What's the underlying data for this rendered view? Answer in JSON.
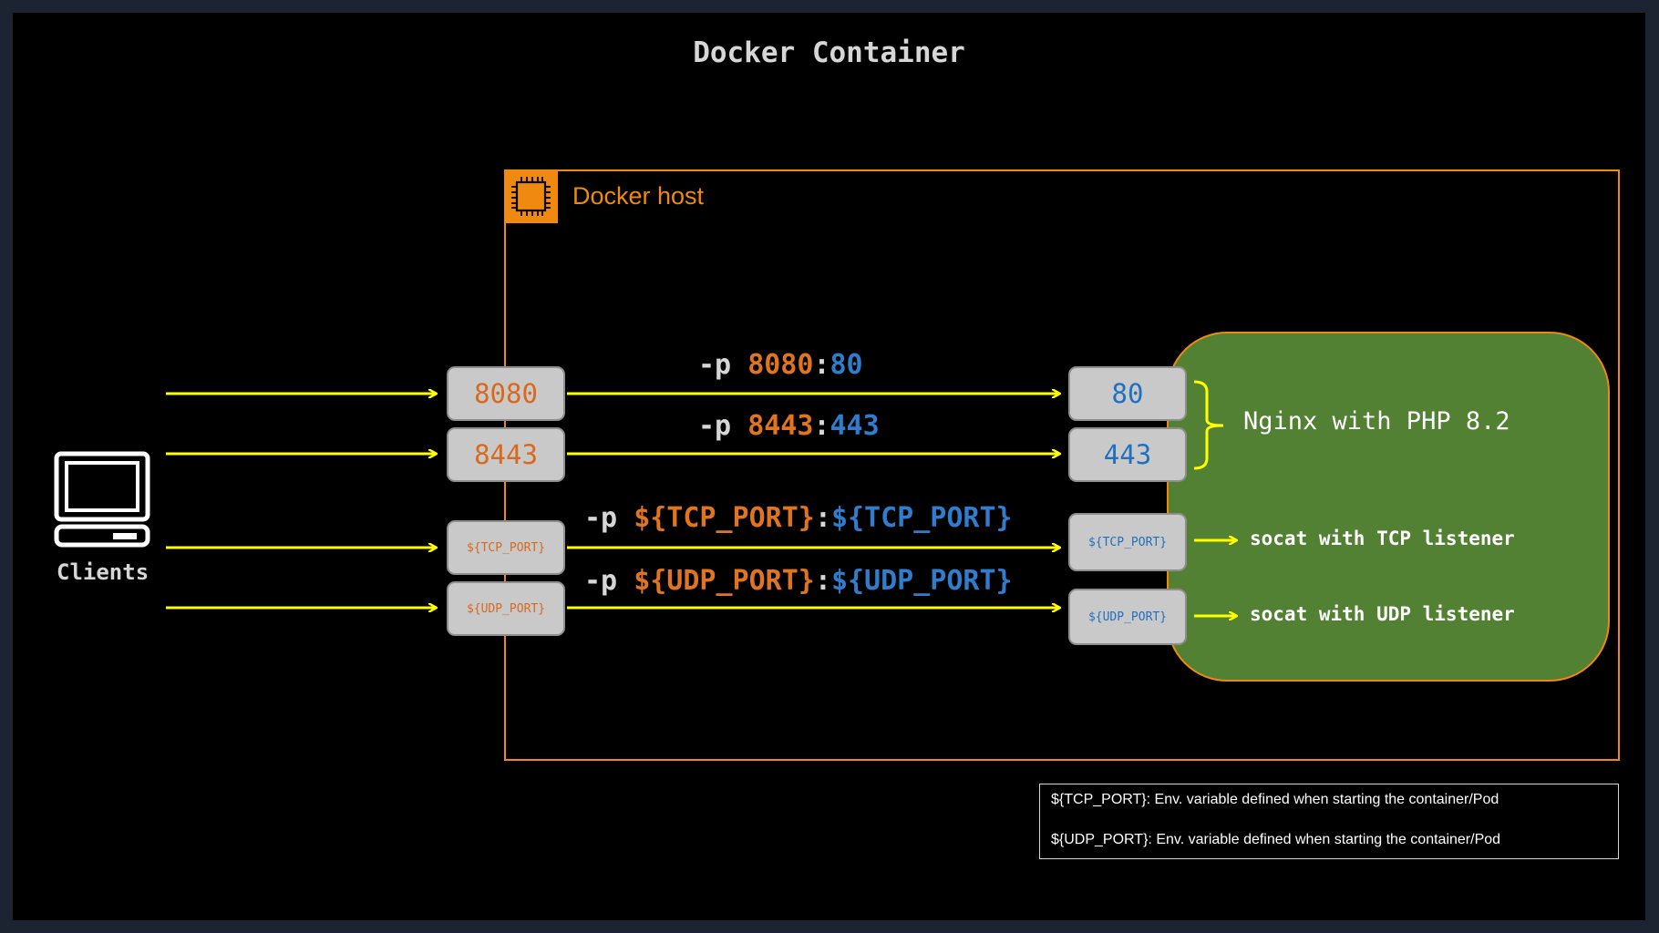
{
  "title": "Docker Container",
  "host": {
    "label": "Docker host"
  },
  "clients": {
    "label": "Clients"
  },
  "mappings": [
    {
      "flag": "-p",
      "host_port": "8080",
      "sep": ":",
      "container_port": "80"
    },
    {
      "flag": "-p",
      "host_port": "8443",
      "sep": ":",
      "container_port": "443"
    },
    {
      "flag": "-p",
      "host_port": "${TCP_PORT}",
      "sep": ":",
      "container_port": "${TCP_PORT}"
    },
    {
      "flag": "-p",
      "host_port": "${UDP_PORT}",
      "sep": ":",
      "container_port": "${UDP_PORT}"
    }
  ],
  "services": {
    "nginx": "Nginx with PHP 8.2",
    "tcp": "socat with TCP listener",
    "udp": "socat with UDP listener"
  },
  "legend": {
    "tcp": "${TCP_PORT}: Env. variable defined when starting the container/Pod",
    "udp": "${UDP_PORT}: Env. variable defined when starting the container/Pod"
  },
  "colors": {
    "background": "#000000",
    "host_border": "#f0890f",
    "container_fill": "#538134",
    "arrow": "#ffff00",
    "host_port_text": "#d9691c",
    "container_port_text": "#1f70c1"
  },
  "icons": {
    "host": "processor-chip-icon",
    "clients": "laptop-icon"
  }
}
